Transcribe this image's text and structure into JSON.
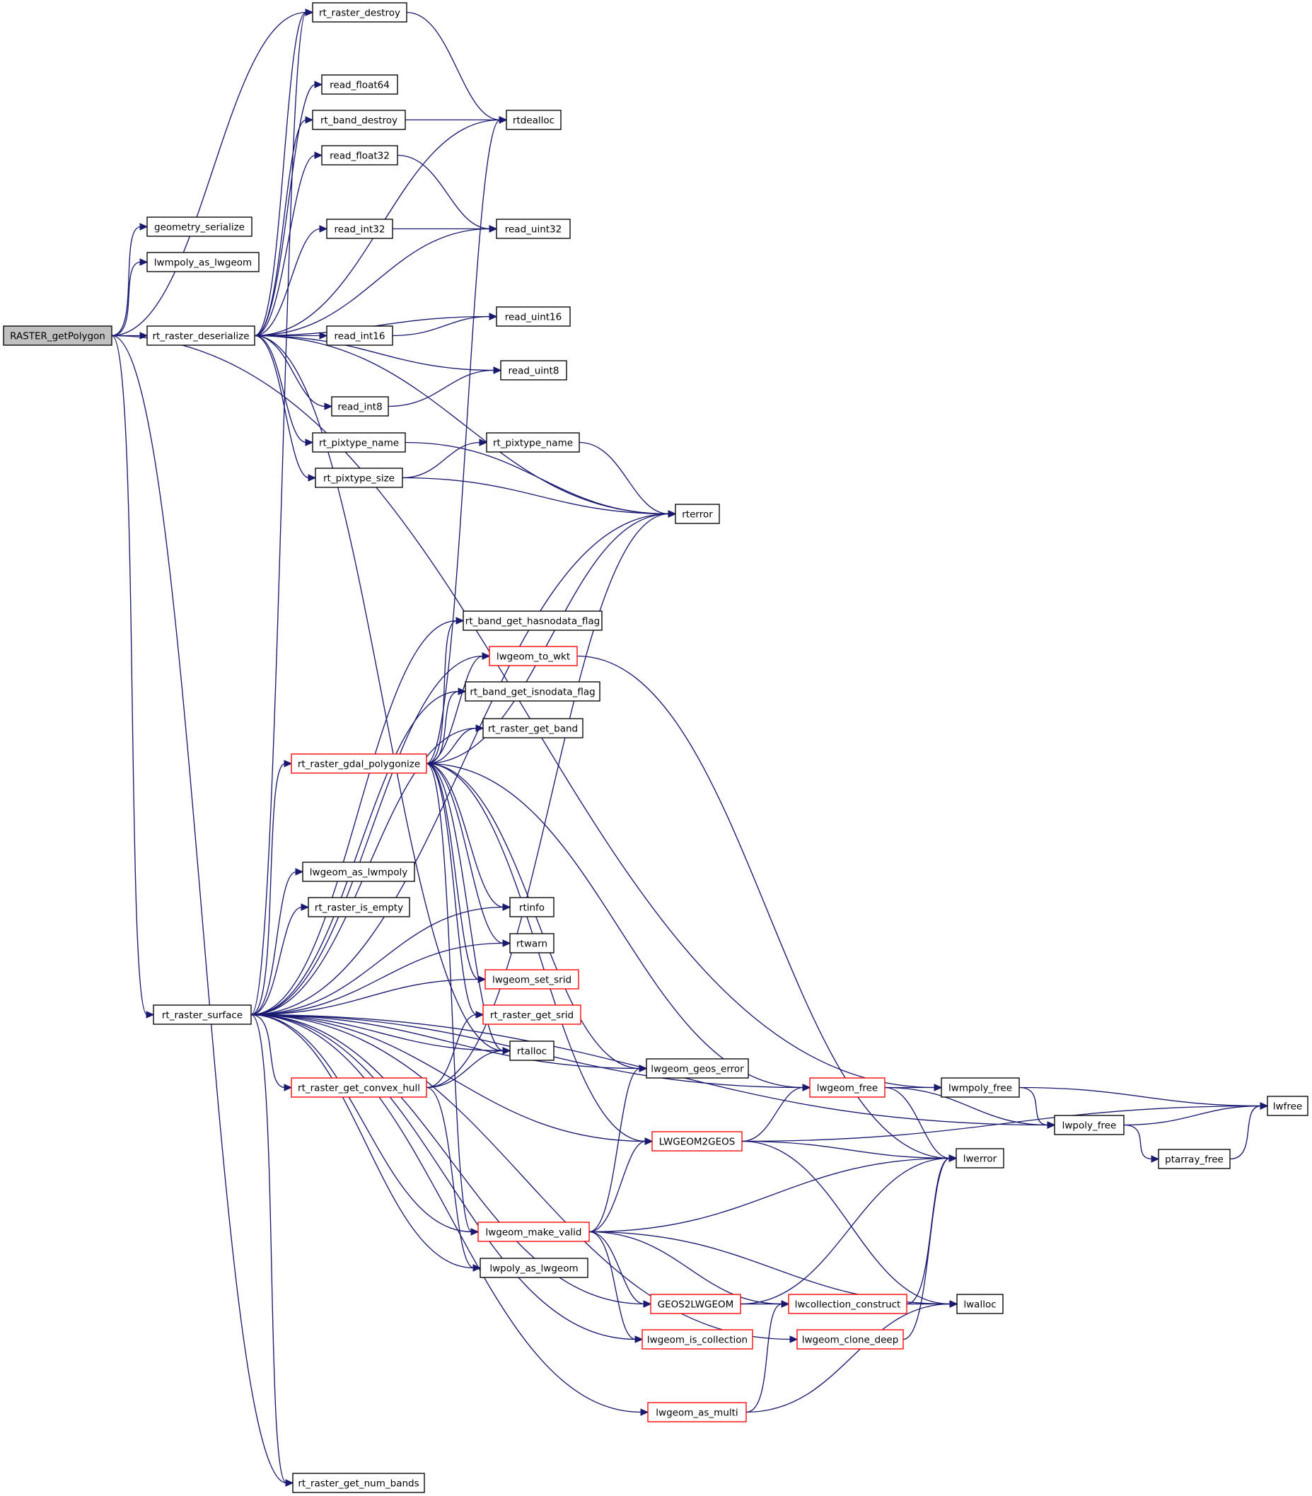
{
  "graph": {
    "root": "RASTER_getPolygon",
    "nodes": [
      {
        "id": "RASTER_getPolygon",
        "label": "RASTER_getPolygon",
        "root": true
      },
      {
        "id": "geometry_serialize",
        "label": "geometry_serialize"
      },
      {
        "id": "lwmpoly_as_lwgeom",
        "label": "lwmpoly_as_lwgeom"
      },
      {
        "id": "rt_raster_deserialize",
        "label": "rt_raster_deserialize"
      },
      {
        "id": "rt_raster_destroy",
        "label": "rt_raster_destroy"
      },
      {
        "id": "read_float64",
        "label": "read_float64"
      },
      {
        "id": "rt_band_destroy",
        "label": "rt_band_destroy"
      },
      {
        "id": "read_float32",
        "label": "read_float32"
      },
      {
        "id": "read_int32",
        "label": "read_int32"
      },
      {
        "id": "read_int16",
        "label": "read_int16"
      },
      {
        "id": "read_int8",
        "label": "read_int8"
      },
      {
        "id": "rt_pixtype_name_1",
        "label": "rt_pixtype_name"
      },
      {
        "id": "rt_pixtype_size",
        "label": "rt_pixtype_size"
      },
      {
        "id": "rtdealloc",
        "label": "rtdealloc"
      },
      {
        "id": "read_uint32",
        "label": "read_uint32"
      },
      {
        "id": "read_uint16",
        "label": "read_uint16"
      },
      {
        "id": "read_uint8",
        "label": "read_uint8"
      },
      {
        "id": "rt_pixtype_name_2",
        "label": "rt_pixtype_name"
      },
      {
        "id": "rterror",
        "label": "rterror"
      },
      {
        "id": "rt_band_get_hasnodata_flag",
        "label": "rt_band_get_hasnodata_flag"
      },
      {
        "id": "lwgeom_to_wkt",
        "label": "lwgeom_to_wkt",
        "truncated": true
      },
      {
        "id": "rt_band_get_isnodata_flag",
        "label": "rt_band_get_isnodata_flag"
      },
      {
        "id": "rt_raster_get_band",
        "label": "rt_raster_get_band"
      },
      {
        "id": "rt_raster_gdal_polygonize",
        "label": "rt_raster_gdal_polygonize",
        "truncated": true
      },
      {
        "id": "lwgeom_as_lwmpoly",
        "label": "lwgeom_as_lwmpoly"
      },
      {
        "id": "rt_raster_is_empty",
        "label": "rt_raster_is_empty"
      },
      {
        "id": "rtinfo",
        "label": "rtinfo"
      },
      {
        "id": "rtwarn",
        "label": "rtwarn"
      },
      {
        "id": "lwgeom_set_srid",
        "label": "lwgeom_set_srid",
        "truncated": true
      },
      {
        "id": "rt_raster_get_srid",
        "label": "rt_raster_get_srid",
        "truncated": true
      },
      {
        "id": "rt_raster_surface",
        "label": "rt_raster_surface"
      },
      {
        "id": "rtalloc",
        "label": "rtalloc"
      },
      {
        "id": "rt_raster_get_convex_hull",
        "label": "rt_raster_get_convex_hull",
        "truncated": true
      },
      {
        "id": "lwgeom_geos_error",
        "label": "lwgeom_geos_error"
      },
      {
        "id": "lwgeom_free",
        "label": "lwgeom_free",
        "truncated": true
      },
      {
        "id": "lwmpoly_free",
        "label": "lwmpoly_free"
      },
      {
        "id": "lwfree",
        "label": "lwfree"
      },
      {
        "id": "lwpoly_free",
        "label": "lwpoly_free"
      },
      {
        "id": "LWGEOM2GEOS",
        "label": "LWGEOM2GEOS",
        "truncated": true
      },
      {
        "id": "lwerror",
        "label": "lwerror"
      },
      {
        "id": "ptarray_free",
        "label": "ptarray_free"
      },
      {
        "id": "lwgeom_make_valid",
        "label": "lwgeom_make_valid",
        "truncated": true
      },
      {
        "id": "lwpoly_as_lwgeom",
        "label": "lwpoly_as_lwgeom"
      },
      {
        "id": "GEOS2LWGEOM",
        "label": "GEOS2LWGEOM",
        "truncated": true
      },
      {
        "id": "lwcollection_construct",
        "label": "lwcollection_construct",
        "truncated": true
      },
      {
        "id": "lwalloc",
        "label": "lwalloc"
      },
      {
        "id": "lwgeom_is_collection",
        "label": "lwgeom_is_collection",
        "truncated": true
      },
      {
        "id": "lwgeom_clone_deep",
        "label": "lwgeom_clone_deep",
        "truncated": true
      },
      {
        "id": "lwgeom_as_multi",
        "label": "lwgeom_as_multi",
        "truncated": true
      },
      {
        "id": "rt_raster_get_num_bands",
        "label": "rt_raster_get_num_bands"
      }
    ],
    "edges": [
      [
        "RASTER_getPolygon",
        "geometry_serialize"
      ],
      [
        "RASTER_getPolygon",
        "lwmpoly_as_lwgeom"
      ],
      [
        "RASTER_getPolygon",
        "rt_raster_destroy"
      ],
      [
        "RASTER_getPolygon",
        "rt_raster_deserialize"
      ],
      [
        "RASTER_getPolygon",
        "lwmpoly_free"
      ],
      [
        "RASTER_getPolygon",
        "rt_raster_surface"
      ],
      [
        "RASTER_getPolygon",
        "rt_raster_get_num_bands"
      ],
      [
        "rt_raster_deserialize",
        "rt_raster_destroy"
      ],
      [
        "rt_raster_deserialize",
        "read_float64"
      ],
      [
        "rt_raster_deserialize",
        "rt_band_destroy"
      ],
      [
        "rt_raster_deserialize",
        "read_float32"
      ],
      [
        "rt_raster_deserialize",
        "rtdealloc"
      ],
      [
        "rt_raster_deserialize",
        "read_int32"
      ],
      [
        "rt_raster_deserialize",
        "read_uint32"
      ],
      [
        "rt_raster_deserialize",
        "read_uint16"
      ],
      [
        "rt_raster_deserialize",
        "read_int16"
      ],
      [
        "rt_raster_deserialize",
        "read_uint8"
      ],
      [
        "rt_raster_deserialize",
        "read_int8"
      ],
      [
        "rt_raster_deserialize",
        "rt_pixtype_name_1"
      ],
      [
        "rt_raster_deserialize",
        "rt_pixtype_size"
      ],
      [
        "rt_raster_deserialize",
        "rterror"
      ],
      [
        "rt_raster_deserialize",
        "rtalloc"
      ],
      [
        "rt_raster_destroy",
        "rtdealloc"
      ],
      [
        "rt_band_destroy",
        "rtdealloc"
      ],
      [
        "read_float32",
        "read_uint32"
      ],
      [
        "read_int32",
        "read_uint32"
      ],
      [
        "read_int16",
        "read_uint16"
      ],
      [
        "read_int8",
        "read_uint8"
      ],
      [
        "rt_pixtype_name_1",
        "rterror"
      ],
      [
        "rt_pixtype_size",
        "rt_pixtype_name_2"
      ],
      [
        "rt_pixtype_size",
        "rterror"
      ],
      [
        "rt_pixtype_name_2",
        "rterror"
      ],
      [
        "rt_raster_surface",
        "rt_raster_destroy"
      ],
      [
        "rt_raster_surface",
        "rterror"
      ],
      [
        "rt_raster_surface",
        "rt_band_get_hasnodata_flag"
      ],
      [
        "rt_raster_surface",
        "lwgeom_to_wkt"
      ],
      [
        "rt_raster_surface",
        "rt_band_get_isnodata_flag"
      ],
      [
        "rt_raster_surface",
        "rt_raster_get_band"
      ],
      [
        "rt_raster_surface",
        "rt_raster_gdal_polygonize"
      ],
      [
        "rt_raster_surface",
        "lwgeom_as_lwmpoly"
      ],
      [
        "rt_raster_surface",
        "rt_raster_is_empty"
      ],
      [
        "rt_raster_surface",
        "rtinfo"
      ],
      [
        "rt_raster_surface",
        "rtwarn"
      ],
      [
        "rt_raster_surface",
        "lwgeom_set_srid"
      ],
      [
        "rt_raster_surface",
        "rtalloc"
      ],
      [
        "rt_raster_surface",
        "rt_raster_get_convex_hull"
      ],
      [
        "rt_raster_surface",
        "lwgeom_geos_error"
      ],
      [
        "rt_raster_surface",
        "lwgeom_free"
      ],
      [
        "rt_raster_surface",
        "LWGEOM2GEOS"
      ],
      [
        "rt_raster_surface",
        "lwgeom_make_valid"
      ],
      [
        "rt_raster_surface",
        "lwpoly_as_lwgeom"
      ],
      [
        "rt_raster_surface",
        "GEOS2LWGEOM"
      ],
      [
        "rt_raster_surface",
        "lwgeom_is_collection"
      ],
      [
        "rt_raster_surface",
        "lwgeom_clone_deep"
      ],
      [
        "rt_raster_surface",
        "lwgeom_as_multi"
      ],
      [
        "rt_raster_surface",
        "lwpoly_free"
      ],
      [
        "rt_raster_surface",
        "rt_raster_get_num_bands"
      ],
      [
        "rt_raster_gdal_polygonize",
        "rtdealloc"
      ],
      [
        "rt_raster_gdal_polygonize",
        "rt_band_get_hasnodata_flag"
      ],
      [
        "rt_raster_gdal_polygonize",
        "lwgeom_to_wkt"
      ],
      [
        "rt_raster_gdal_polygonize",
        "rt_band_get_isnodata_flag"
      ],
      [
        "rt_raster_gdal_polygonize",
        "rt_raster_get_band"
      ],
      [
        "rt_raster_gdal_polygonize",
        "rterror"
      ],
      [
        "rt_raster_gdal_polygonize",
        "rtinfo"
      ],
      [
        "rt_raster_gdal_polygonize",
        "rtwarn"
      ],
      [
        "rt_raster_gdal_polygonize",
        "lwgeom_set_srid"
      ],
      [
        "rt_raster_gdal_polygonize",
        "rt_raster_get_srid"
      ],
      [
        "rt_raster_gdal_polygonize",
        "rtalloc"
      ],
      [
        "rt_raster_gdal_polygonize",
        "lwgeom_geos_error"
      ],
      [
        "rt_raster_gdal_polygonize",
        "lwgeom_free"
      ],
      [
        "rt_raster_gdal_polygonize",
        "LWGEOM2GEOS"
      ],
      [
        "rt_raster_gdal_polygonize",
        "lwgeom_make_valid"
      ],
      [
        "rt_raster_get_convex_hull",
        "rt_raster_get_srid"
      ],
      [
        "rt_raster_get_convex_hull",
        "rtalloc"
      ],
      [
        "rt_raster_get_convex_hull",
        "rterror"
      ],
      [
        "rt_raster_get_convex_hull",
        "lwpoly_as_lwgeom"
      ],
      [
        "lwgeom_to_wkt",
        "lwerror"
      ],
      [
        "lwgeom_free",
        "lwmpoly_free"
      ],
      [
        "lwgeom_free",
        "lwpoly_free"
      ],
      [
        "lwgeom_free",
        "lwerror"
      ],
      [
        "lwmpoly_free",
        "lwpoly_free"
      ],
      [
        "lwmpoly_free",
        "lwfree"
      ],
      [
        "lwpoly_free",
        "lwfree"
      ],
      [
        "lwpoly_free",
        "ptarray_free"
      ],
      [
        "ptarray_free",
        "lwfree"
      ],
      [
        "LWGEOM2GEOS",
        "lwfree"
      ],
      [
        "LWGEOM2GEOS",
        "lwgeom_free"
      ],
      [
        "LWGEOM2GEOS",
        "lwerror"
      ],
      [
        "LWGEOM2GEOS",
        "lwalloc"
      ],
      [
        "lwgeom_make_valid",
        "lwgeom_geos_error"
      ],
      [
        "lwgeom_make_valid",
        "LWGEOM2GEOS"
      ],
      [
        "lwgeom_make_valid",
        "lwerror"
      ],
      [
        "lwgeom_make_valid",
        "GEOS2LWGEOM"
      ],
      [
        "lwgeom_make_valid",
        "lwcollection_construct"
      ],
      [
        "lwgeom_make_valid",
        "lwalloc"
      ],
      [
        "lwgeom_make_valid",
        "lwgeom_is_collection"
      ],
      [
        "GEOS2LWGEOM",
        "lwerror"
      ],
      [
        "GEOS2LWGEOM",
        "lwcollection_construct"
      ],
      [
        "GEOS2LWGEOM",
        "lwalloc"
      ],
      [
        "lwcollection_construct",
        "lwerror"
      ],
      [
        "lwcollection_construct",
        "lwalloc"
      ],
      [
        "lwgeom_clone_deep",
        "lwerror"
      ],
      [
        "lwgeom_as_multi",
        "lwcollection_construct"
      ],
      [
        "lwgeom_as_multi",
        "lwalloc"
      ]
    ]
  }
}
